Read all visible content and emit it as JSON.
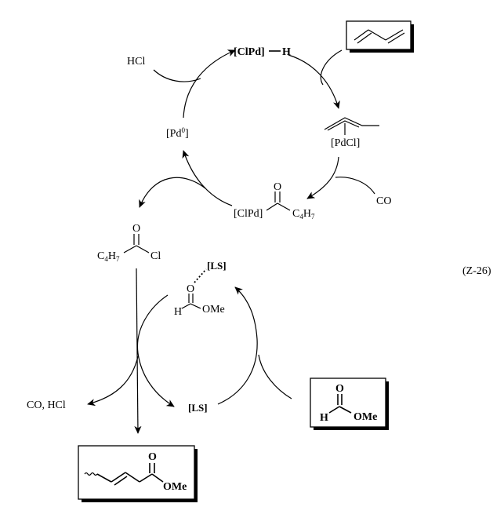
{
  "equation_label": "(Z-26)",
  "reagents": {
    "hcl": "HCl",
    "co_in": "CO",
    "co_hcl_out": "CO,  HCl",
    "formate_box": {
      "h": "H",
      "o": "O",
      "ome": "OMe"
    }
  },
  "cycle_upper": {
    "pd_hydride": {
      "cl_pd": "[ClPd]",
      "h": "H"
    },
    "pd0": {
      "pd": "[Pd",
      "superscript": "0",
      "close": "]"
    },
    "allyl_pd": "[PdCl]",
    "acyl_pd": {
      "cl_pd": "[ClPd]",
      "o": "O",
      "c4h7": "C4H7",
      "c": "C",
      "sub1": "4",
      "h": "H",
      "sub2": "7"
    }
  },
  "acyl_chloride": {
    "c": "C",
    "sub1": "4",
    "h": "H",
    "sub2": "7",
    "o": "O",
    "cl": "Cl"
  },
  "cycle_lower": {
    "ls_complex": {
      "ls": "[LS]",
      "h": "H",
      "o": "O",
      "ome": "OMe"
    },
    "ls_free": "[LS]"
  },
  "product": {
    "o": "O",
    "ome": "OMe"
  }
}
